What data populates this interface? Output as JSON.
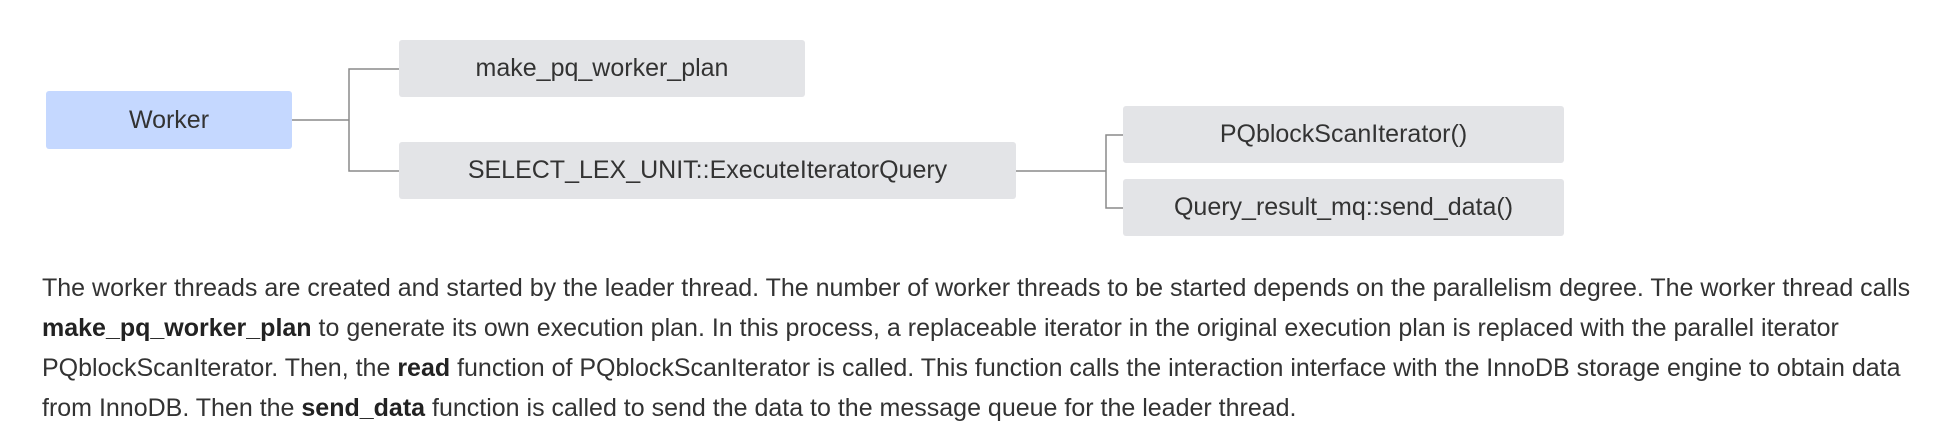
{
  "diagram": {
    "root": {
      "label": "Worker"
    },
    "level1": [
      {
        "label": "make_pq_worker_plan"
      },
      {
        "label": "SELECT_LEX_UNIT::ExecuteIteratorQuery"
      }
    ],
    "level2": [
      {
        "label": "PQblockScanIterator()"
      },
      {
        "label": "Query_result_mq::send_data()"
      }
    ]
  },
  "description": {
    "part1": "The worker threads are created and started by the leader thread. The number of worker threads to be started depends on the parallelism degree. The worker thread calls ",
    "bold1": "make_pq_worker_plan",
    "part2": " to generate its own execution plan. In this process, a replaceable iterator in the original execution plan is replaced with the parallel iterator PQblockScanIterator. Then, the ",
    "bold2": "read",
    "part3": " function of PQblockScanIterator is called. This function calls the interaction interface with the InnoDB storage engine to obtain data from InnoDB. Then the ",
    "bold3": "send_data",
    "part4": " function is called to send the data to the message queue for the leader thread."
  }
}
